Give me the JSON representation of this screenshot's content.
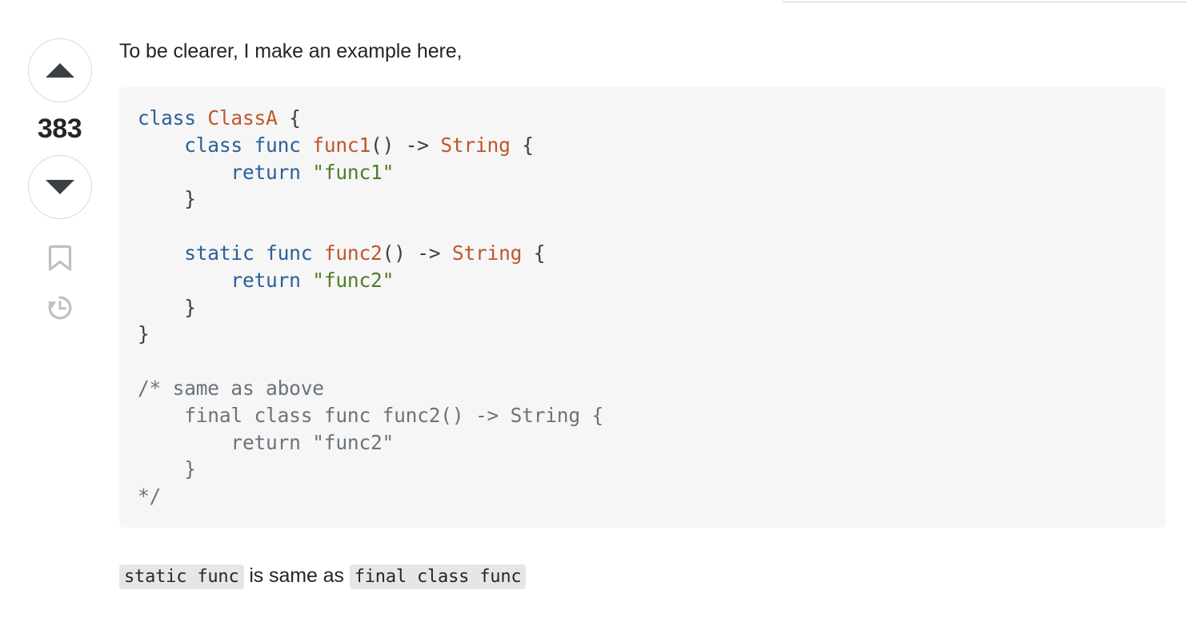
{
  "post": {
    "vote": {
      "upvote_label": "Up vote",
      "downvote_label": "Down vote",
      "score": "383",
      "bookmark_label": "Bookmark",
      "history_label": "Timeline / edit history"
    },
    "intro_text": "To be clearer, I make an example here,",
    "code_block": {
      "language": "swift",
      "lines": [
        [
          {
            "t": "class ",
            "c": "kw"
          },
          {
            "t": "ClassA",
            "c": "typ"
          },
          {
            "t": " {",
            "c": "pun"
          }
        ],
        [
          {
            "t": "    ",
            "c": "pun"
          },
          {
            "t": "class func ",
            "c": "kw"
          },
          {
            "t": "func1",
            "c": "fn"
          },
          {
            "t": "() -> ",
            "c": "pun"
          },
          {
            "t": "String",
            "c": "typ"
          },
          {
            "t": " {",
            "c": "pun"
          }
        ],
        [
          {
            "t": "        ",
            "c": "pun"
          },
          {
            "t": "return ",
            "c": "kw"
          },
          {
            "t": "\"func1\"",
            "c": "str"
          }
        ],
        [
          {
            "t": "    }",
            "c": "pun"
          }
        ],
        [
          {
            "t": "",
            "c": "pun"
          }
        ],
        [
          {
            "t": "    ",
            "c": "pun"
          },
          {
            "t": "static func ",
            "c": "kw"
          },
          {
            "t": "func2",
            "c": "fn"
          },
          {
            "t": "() -> ",
            "c": "pun"
          },
          {
            "t": "String",
            "c": "typ"
          },
          {
            "t": " {",
            "c": "pun"
          }
        ],
        [
          {
            "t": "        ",
            "c": "pun"
          },
          {
            "t": "return ",
            "c": "kw"
          },
          {
            "t": "\"func2\"",
            "c": "str"
          }
        ],
        [
          {
            "t": "    }",
            "c": "pun"
          }
        ],
        [
          {
            "t": "}",
            "c": "pun"
          }
        ],
        [
          {
            "t": "",
            "c": "pun"
          }
        ],
        [
          {
            "t": "/* same as above",
            "c": "com"
          }
        ],
        [
          {
            "t": "    final class func func2() -> String {",
            "c": "com"
          }
        ],
        [
          {
            "t": "        return \"func2\"",
            "c": "com"
          }
        ],
        [
          {
            "t": "    }",
            "c": "com"
          }
        ],
        [
          {
            "t": "*/",
            "c": "com"
          }
        ]
      ]
    },
    "closing": {
      "code_a": "static func",
      "middle_text": " is same as ",
      "code_b": "final class func"
    }
  },
  "colors": {
    "keyword": "#2a6099",
    "type": "#c0562a",
    "string": "#4f7d28",
    "comment": "#6a737c",
    "punctuation": "#3b4045",
    "code_bg": "#f6f6f6",
    "inline_code_bg": "#e4e6e8",
    "vote_arrow": "#3b4045",
    "vote_border": "#d6d9dc",
    "icon_gray": "#bbc0c4",
    "text": "#232629"
  }
}
